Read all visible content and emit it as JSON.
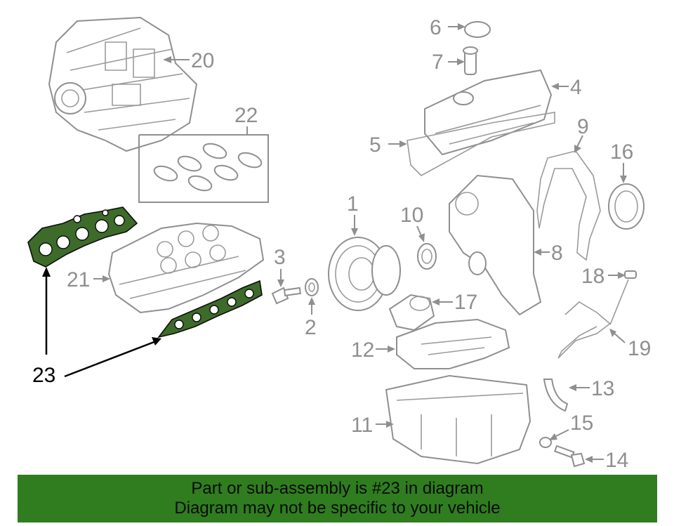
{
  "callouts": [
    "1",
    "2",
    "3",
    "4",
    "5",
    "6",
    "7",
    "8",
    "9",
    "10",
    "11",
    "12",
    "13",
    "14",
    "15",
    "16",
    "17",
    "18",
    "19",
    "20",
    "21",
    "22",
    "23"
  ],
  "highlight": {
    "part_number": "23",
    "color": "#2f7d1f"
  },
  "banner": {
    "line1": "Part or sub-assembly is #23 in diagram",
    "line2": "Diagram may not be specific to your vehicle"
  },
  "colors": {
    "banner_bg": "#2f7d1f",
    "gasket_fill": "#3d6b2a",
    "outline": "#8f8f8f"
  }
}
